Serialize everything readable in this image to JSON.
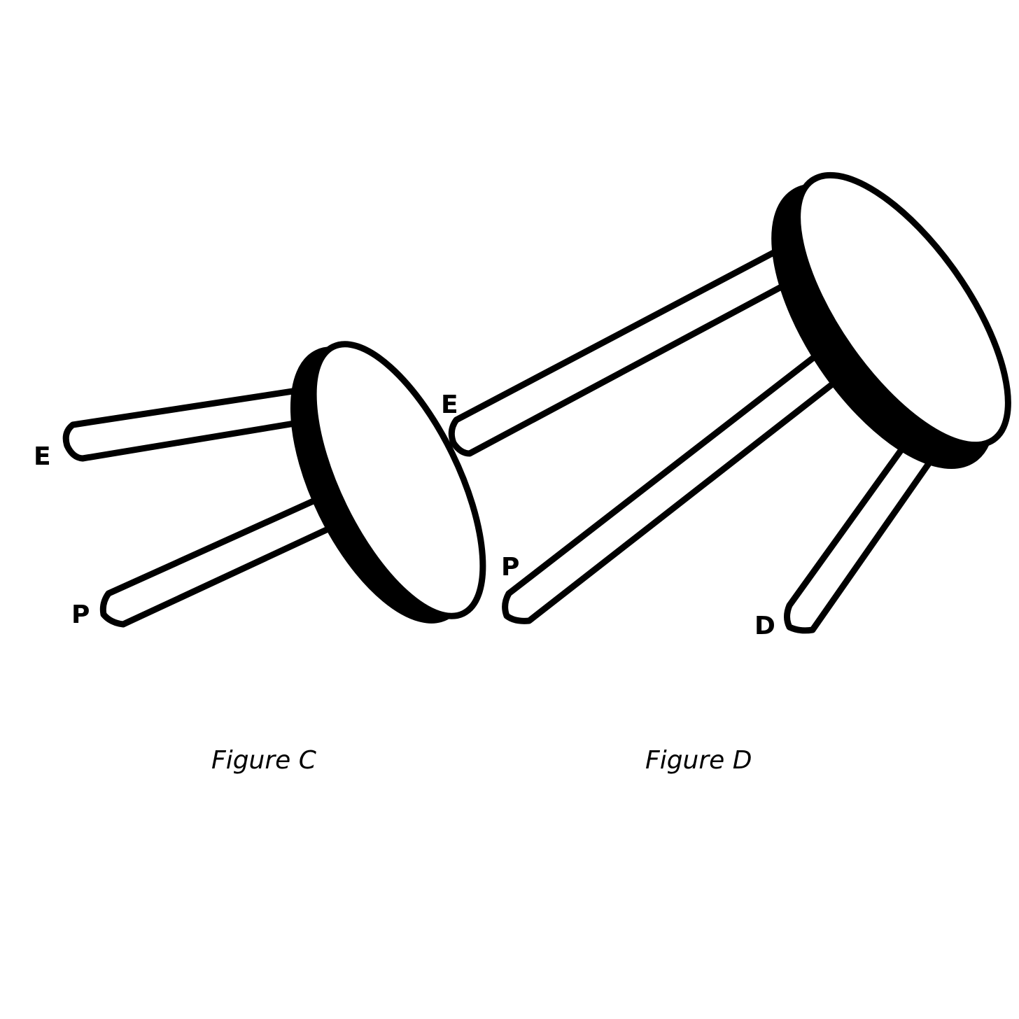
{
  "figure_c": {
    "caption": "Figure C",
    "legs": {
      "e": "E",
      "p": "P"
    }
  },
  "figure_d": {
    "caption": "Figure D",
    "legs": {
      "e": "E",
      "p": "P",
      "d": "D"
    }
  },
  "colors": {
    "ink": "#000000",
    "background": "#ffffff"
  }
}
